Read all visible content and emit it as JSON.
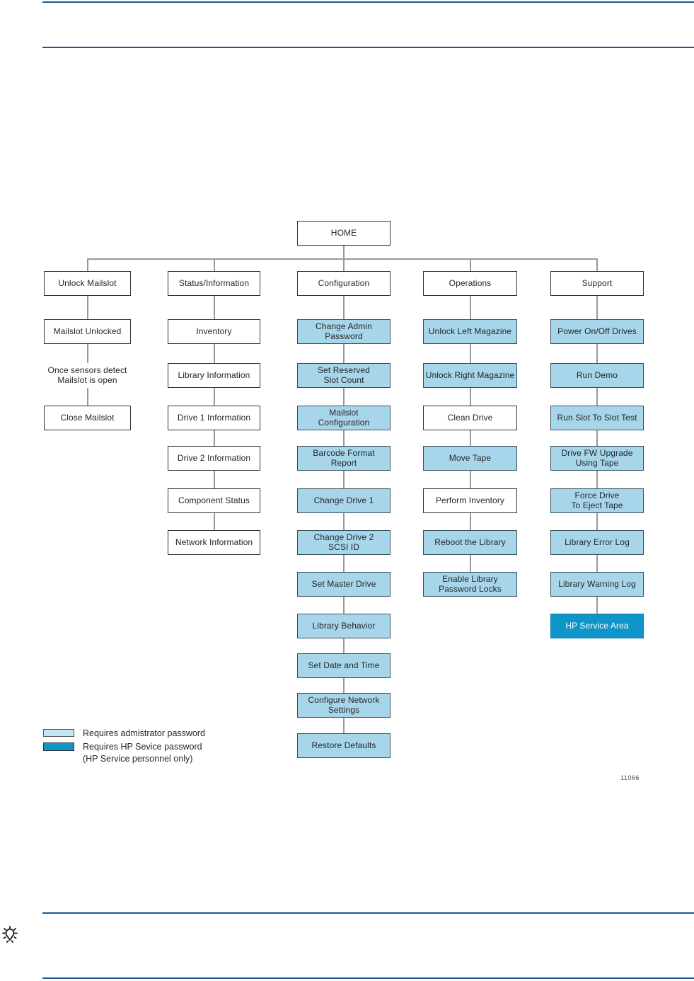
{
  "page": {
    "rule_color": "#155A93",
    "figure_number": "11066"
  },
  "diagram": {
    "title": "HOME",
    "colors": {
      "light_blue": "#A7D6EA",
      "dark_blue": "#1095C8",
      "legend_light_blue": "#C5E6F4",
      "connector_gray": "#999999",
      "box_border": "#333333"
    },
    "columns": [
      {
        "name": "unlock-mailslot",
        "header": "Unlock Mailslot",
        "items": [
          {
            "label": "Mailslot Unlocked",
            "style": "white"
          },
          {
            "label": "Once sensors detect\nMailslot is open",
            "style": "note"
          },
          {
            "label": "Close Mailslot",
            "style": "white"
          }
        ]
      },
      {
        "name": "status-information",
        "header": "Status/Information",
        "items": [
          {
            "label": "Inventory",
            "style": "white"
          },
          {
            "label": "Library Information",
            "style": "white"
          },
          {
            "label": "Drive 1 Information",
            "style": "white"
          },
          {
            "label": "Drive 2 Information",
            "style": "white"
          },
          {
            "label": "Component Status",
            "style": "white"
          },
          {
            "label": "Network Information",
            "style": "white"
          }
        ]
      },
      {
        "name": "configuration",
        "header": "Configuration",
        "items": [
          {
            "label": "Change Admin\nPassword",
            "style": "light"
          },
          {
            "label": "Set Reserved\nSlot Count",
            "style": "light"
          },
          {
            "label": "Mailslot\nConfiguration",
            "style": "light"
          },
          {
            "label": "Barcode Format\nReport",
            "style": "light"
          },
          {
            "label": "Change Drive 1",
            "style": "light"
          },
          {
            "label": "Change Drive 2\nSCSI ID",
            "style": "light"
          },
          {
            "label": "Set Master Drive",
            "style": "light"
          },
          {
            "label": "Library Behavior",
            "style": "light"
          },
          {
            "label": "Set  Date and Time",
            "style": "light"
          },
          {
            "label": "Configure Network\nSettings",
            "style": "light"
          },
          {
            "label": "Restore Defaults",
            "style": "light"
          }
        ]
      },
      {
        "name": "operations",
        "header": "Operations",
        "items": [
          {
            "label": "Unlock Left Magazine",
            "style": "light"
          },
          {
            "label": "Unlock Right Magazine",
            "style": "light"
          },
          {
            "label": "Clean Drive",
            "style": "white"
          },
          {
            "label": "Move Tape",
            "style": "light"
          },
          {
            "label": "Perform Inventory",
            "style": "white"
          },
          {
            "label": "Reboot the Library",
            "style": "light"
          },
          {
            "label": "Enable Library\nPassword Locks",
            "style": "light"
          }
        ]
      },
      {
        "name": "support",
        "header": "Support",
        "items": [
          {
            "label": "Power On/Off Drives",
            "style": "light"
          },
          {
            "label": "Run Demo",
            "style": "light"
          },
          {
            "label": "Run Slot To Slot Test",
            "style": "light"
          },
          {
            "label": "Drive FW Upgrade\nUsing Tape",
            "style": "light"
          },
          {
            "label": "Force Drive\nTo Eject Tape",
            "style": "light"
          },
          {
            "label": "Library Error Log",
            "style": "light"
          },
          {
            "label": "Library Warning Log",
            "style": "light"
          },
          {
            "label": "HP Service Area",
            "style": "dark"
          }
        ]
      }
    ]
  },
  "legend": {
    "items": [
      {
        "style": "light",
        "label": "Requires admistrator password"
      },
      {
        "style": "dark",
        "label": "Requires HP Sevice password\n(HP Service personnel only)"
      }
    ]
  },
  "icons": {
    "tip": "lightbulb-tip-icon"
  }
}
